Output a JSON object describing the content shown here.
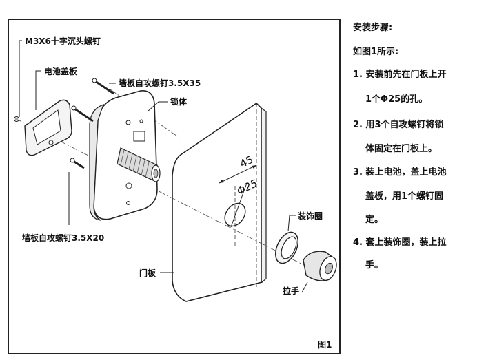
{
  "diagram": {
    "labels": {
      "screw_m3x6": "M3X6十字沉头螺钉",
      "battery_cover": "电池盖板",
      "screw_3_5x35": "墙板自攻螺钉3.5X35",
      "lock_body": "锁体",
      "screw_3_5x20": "墙板自攻螺钉3.5X20",
      "decor_ring": "装饰圈",
      "door_panel": "门板",
      "handle": "拉手",
      "dim_45": "45",
      "dim_phi25": "Φ25"
    },
    "figure_number": "图1"
  },
  "instructions": {
    "title": "安装步骤:",
    "intro": "如图1所示:",
    "step1_a": "1. 安装前先在门板上开",
    "step1_b": "1个Φ25的孔。",
    "step2_a": "2. 用3个自攻螺钉将锁",
    "step2_b": "体固定在门板上。",
    "step3_a": "3. 装上电池，盖上电池",
    "step3_b": "盖板，用1个螺钉固",
    "step3_c": "定。",
    "step4_a": "4. 套上装饰圈，装上拉",
    "step4_b": "手。"
  }
}
